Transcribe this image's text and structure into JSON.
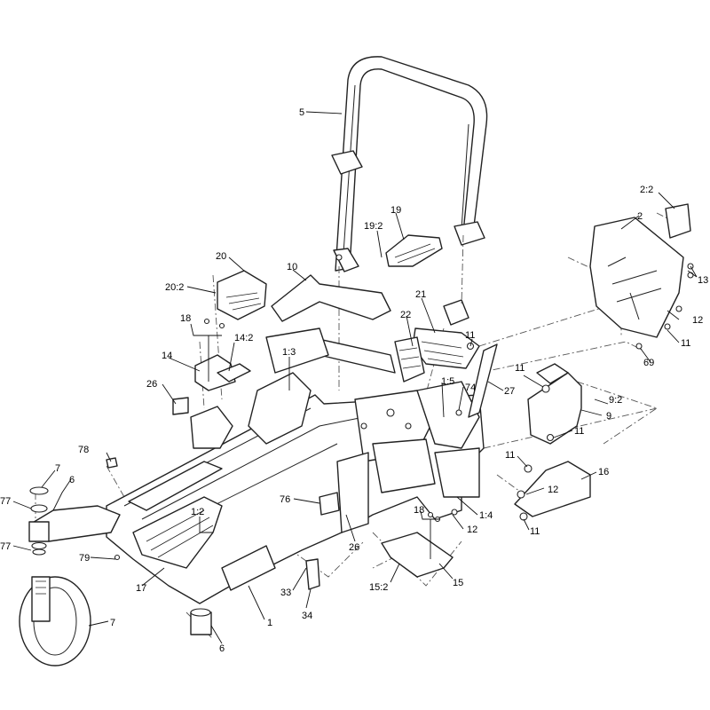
{
  "callouts": [
    {
      "id": "c5",
      "text": "5"
    },
    {
      "id": "c2_2",
      "text": "2:2"
    },
    {
      "id": "c2",
      "text": "2"
    },
    {
      "id": "c13",
      "text": "13"
    },
    {
      "id": "c12a",
      "text": "12"
    },
    {
      "id": "c11a",
      "text": "11"
    },
    {
      "id": "c69",
      "text": "69"
    },
    {
      "id": "c19",
      "text": "19"
    },
    {
      "id": "c19_2",
      "text": "19:2"
    },
    {
      "id": "c20",
      "text": "20"
    },
    {
      "id": "c20_2",
      "text": "20:2"
    },
    {
      "id": "c10",
      "text": "10"
    },
    {
      "id": "c21",
      "text": "21"
    },
    {
      "id": "c22",
      "text": "22"
    },
    {
      "id": "c11b",
      "text": "11"
    },
    {
      "id": "c18a",
      "text": "18"
    },
    {
      "id": "c14_2",
      "text": "14:2"
    },
    {
      "id": "c14",
      "text": "14"
    },
    {
      "id": "c1_3",
      "text": "1:3"
    },
    {
      "id": "c26a",
      "text": "26"
    },
    {
      "id": "c1_5",
      "text": "1:5"
    },
    {
      "id": "c74",
      "text": "74"
    },
    {
      "id": "c27",
      "text": "27"
    },
    {
      "id": "c11c",
      "text": "11"
    },
    {
      "id": "c9_2",
      "text": "9:2"
    },
    {
      "id": "c9",
      "text": "9"
    },
    {
      "id": "c11d",
      "text": "11"
    },
    {
      "id": "c78",
      "text": "78"
    },
    {
      "id": "c7a",
      "text": "7"
    },
    {
      "id": "c6a",
      "text": "6"
    },
    {
      "id": "c77a",
      "text": "77"
    },
    {
      "id": "c76",
      "text": "76"
    },
    {
      "id": "c1_2",
      "text": "1:2"
    },
    {
      "id": "c11e",
      "text": "11"
    },
    {
      "id": "c16",
      "text": "16"
    },
    {
      "id": "c12b",
      "text": "12"
    },
    {
      "id": "c1_4",
      "text": "1:4"
    },
    {
      "id": "c12c",
      "text": "12"
    },
    {
      "id": "c11f",
      "text": "11"
    },
    {
      "id": "c77b",
      "text": "77"
    },
    {
      "id": "c79",
      "text": "79"
    },
    {
      "id": "c26b",
      "text": "26"
    },
    {
      "id": "c18b",
      "text": "18"
    },
    {
      "id": "c17",
      "text": "17"
    },
    {
      "id": "c33",
      "text": "33"
    },
    {
      "id": "c15_2",
      "text": "15:2"
    },
    {
      "id": "c15",
      "text": "15"
    },
    {
      "id": "c1",
      "text": "1"
    },
    {
      "id": "c34",
      "text": "34"
    },
    {
      "id": "c7b",
      "text": "7"
    },
    {
      "id": "c6b",
      "text": "6"
    }
  ]
}
